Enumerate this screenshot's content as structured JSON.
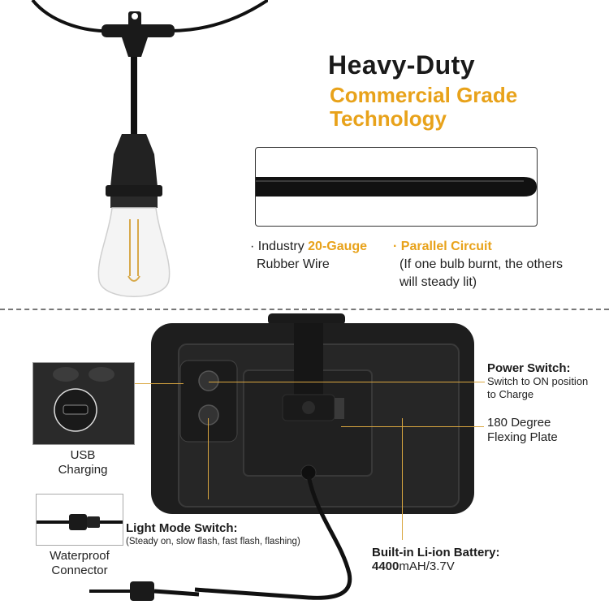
{
  "headline": {
    "title": "Heavy-Duty",
    "subtitle_line1": "Commercial Grade",
    "subtitle_line2": "Technology"
  },
  "features": {
    "wire": {
      "bullet": "·",
      "prefix": "Industry ",
      "highlight": "20-Gauge",
      "line2": "Rubber Wire"
    },
    "circuit": {
      "bullet": "·",
      "highlight": "Parallel Circuit",
      "line1": "(If one bulb burnt, the others",
      "line2": "will steady lit)"
    }
  },
  "labels": {
    "usb_line1": "USB",
    "usb_line2": "Charging",
    "waterproof_line1": "Waterproof",
    "waterproof_line2": "Connector",
    "power_title": "Power Switch:",
    "power_line1": "Switch to ON position",
    "power_line2": "to Charge",
    "plate_line1": "180 Degree",
    "plate_line2": "Flexing Plate",
    "mode_title": "Light Mode Switch:",
    "mode_desc": "(Steady on, slow flash, fast flash, flashing)",
    "battery_title": "Built-in Li-ion Battery:",
    "battery_capacity": "4400",
    "battery_rest": "mAH/3.7V"
  },
  "colors": {
    "accent": "#e8a21a",
    "lead_line": "#d9a640",
    "panel": "#1e1e1e",
    "text": "#222222"
  },
  "icons": [
    "string-light-bulb-icon",
    "usb-port-icon",
    "waterproof-connector-icon",
    "solar-panel-icon"
  ]
}
